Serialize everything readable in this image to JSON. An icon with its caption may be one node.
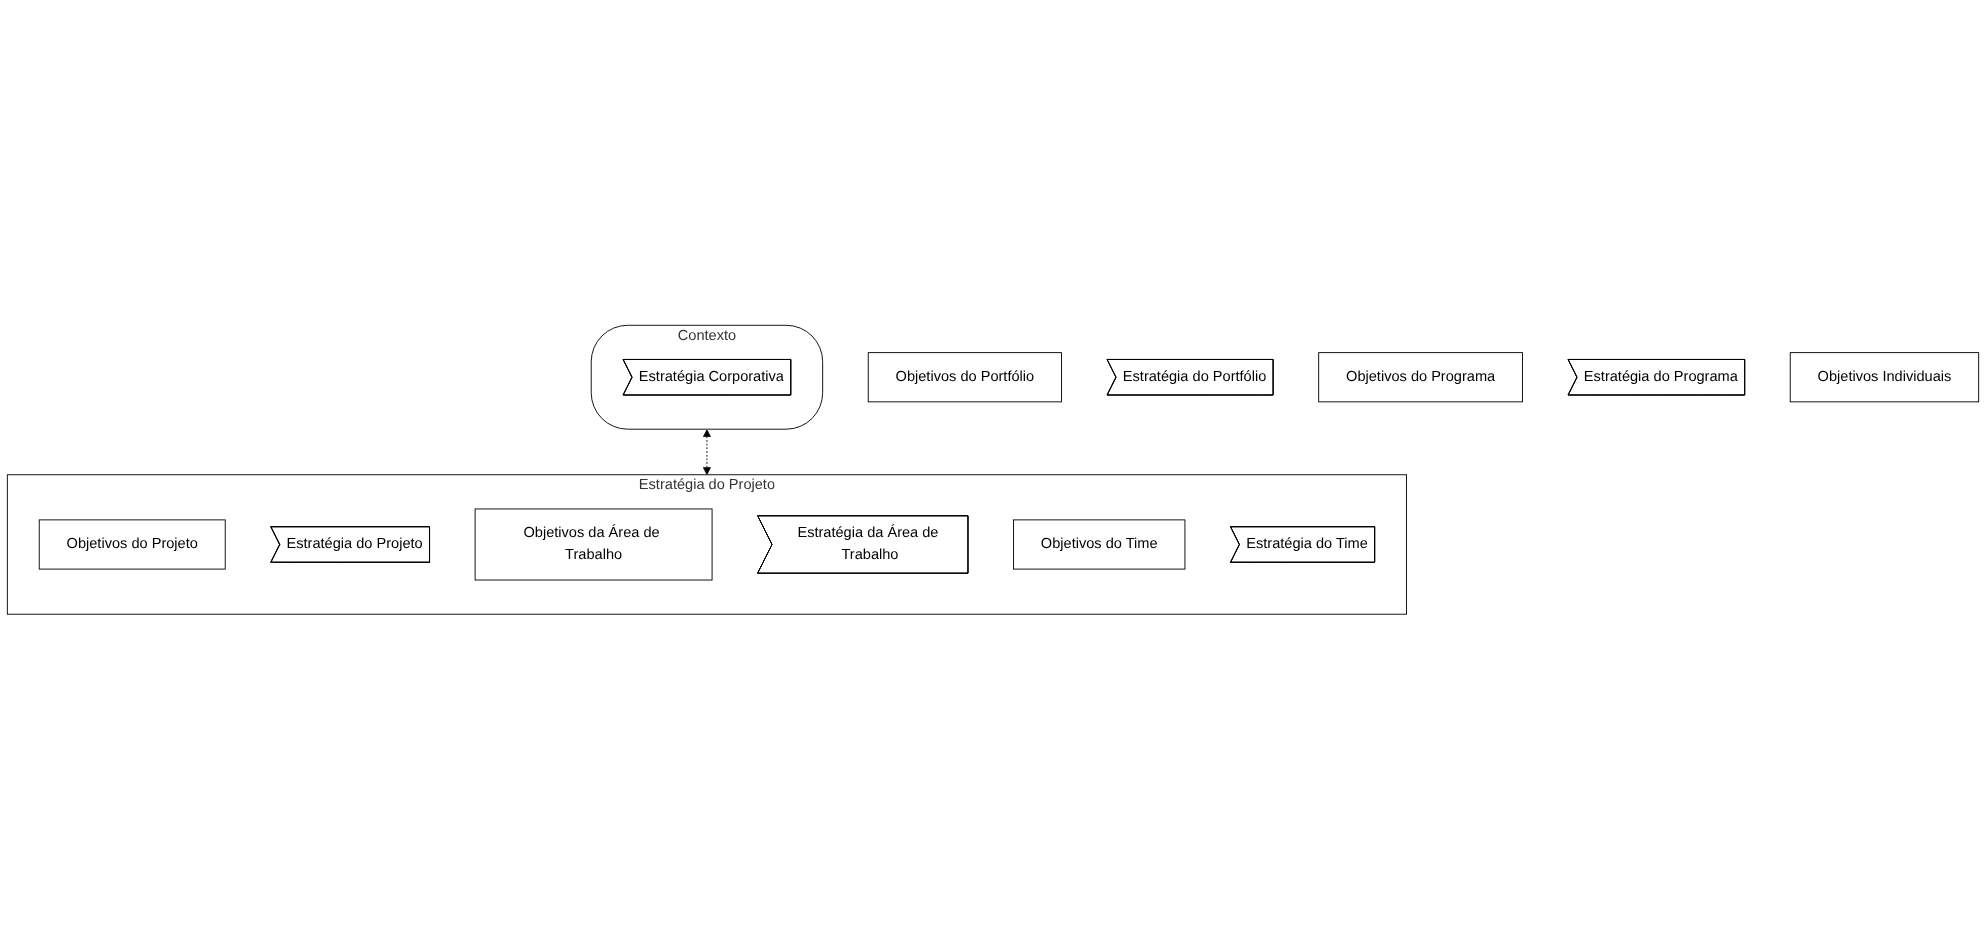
{
  "diagram": {
    "nodes": [
      {
        "text": [
          "Contexto"
        ]
      },
      {
        "text": [
          "Estratégia Corporativa"
        ],
        "in": 0
      },
      {
        "text": [
          "Objetivos do Portfólio"
        ]
      },
      {
        "text": [
          "Estratégia do Portfólio"
        ]
      },
      {
        "text": [
          "Objetivos do Programa"
        ]
      },
      {
        "text": [
          "Estratégia do Programa"
        ]
      },
      {
        "text": [
          "Estratégia do Projeto"
        ]
      },
      {
        "text": [
          "Objetivos do Projeto"
        ],
        "in": 6
      },
      {
        "text": [
          "Estratégia do Projeto"
        ],
        "in": 6
      },
      {
        "text": [
          "Objetivos da Área de Trabalho"
        ],
        "in": 6
      },
      {
        "text": [
          "Estratégia da Área de Trabalho"
        ],
        "in": 6
      },
      {
        "text": [
          "Objetivos do Time"
        ],
        "in": 6
      },
      {
        "text": [
          "Estratégia do Time"
        ],
        "in": 6
      },
      {
        "text": [
          "Objetivos Individuais"
        ]
      }
    ],
    "edges": [
      {
        "from": 0,
        "to": 6,
        "arrow": "both",
        "style": "dashed"
      }
    ]
  }
}
